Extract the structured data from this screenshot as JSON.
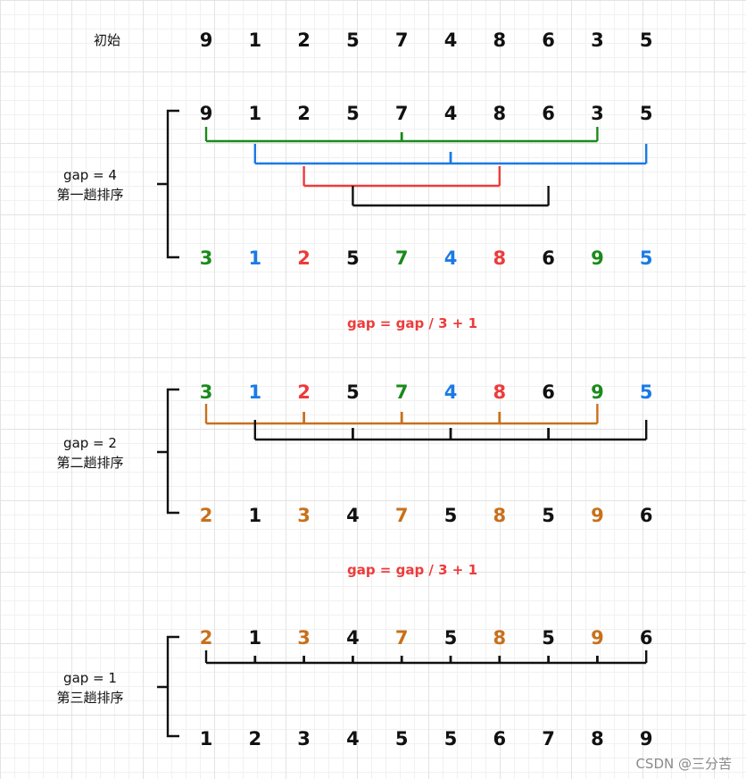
{
  "colors": {
    "black": "#111111",
    "green": "#1a8a1a",
    "blue": "#1a7ae6",
    "red": "#ee3b3b",
    "orange": "#c8701c",
    "formula": "#ee3b3b"
  },
  "initial": {
    "label": "初始",
    "values": [
      "9",
      "1",
      "2",
      "5",
      "7",
      "4",
      "8",
      "6",
      "3",
      "5"
    ]
  },
  "passes": [
    {
      "gap_label": "gap = 4",
      "pass_label": "第一趟排序",
      "before": [
        {
          "v": "9",
          "c": "black"
        },
        {
          "v": "1",
          "c": "black"
        },
        {
          "v": "2",
          "c": "black"
        },
        {
          "v": "5",
          "c": "black"
        },
        {
          "v": "7",
          "c": "black"
        },
        {
          "v": "4",
          "c": "black"
        },
        {
          "v": "8",
          "c": "black"
        },
        {
          "v": "6",
          "c": "black"
        },
        {
          "v": "3",
          "c": "black"
        },
        {
          "v": "5",
          "c": "black"
        }
      ],
      "groups": [
        {
          "idx": [
            0,
            4,
            8
          ],
          "c": "green"
        },
        {
          "idx": [
            1,
            5,
            9
          ],
          "c": "blue"
        },
        {
          "idx": [
            2,
            6
          ],
          "c": "red"
        },
        {
          "idx": [
            3,
            7
          ],
          "c": "black"
        }
      ],
      "after": [
        {
          "v": "3",
          "c": "green"
        },
        {
          "v": "1",
          "c": "blue"
        },
        {
          "v": "2",
          "c": "red"
        },
        {
          "v": "5",
          "c": "black"
        },
        {
          "v": "7",
          "c": "green"
        },
        {
          "v": "4",
          "c": "blue"
        },
        {
          "v": "8",
          "c": "red"
        },
        {
          "v": "6",
          "c": "black"
        },
        {
          "v": "9",
          "c": "green"
        },
        {
          "v": "5",
          "c": "blue"
        }
      ]
    },
    {
      "gap_label": "gap = 2",
      "pass_label": "第二趟排序",
      "before": [
        {
          "v": "3",
          "c": "green"
        },
        {
          "v": "1",
          "c": "blue"
        },
        {
          "v": "2",
          "c": "red"
        },
        {
          "v": "5",
          "c": "black"
        },
        {
          "v": "7",
          "c": "green"
        },
        {
          "v": "4",
          "c": "blue"
        },
        {
          "v": "8",
          "c": "red"
        },
        {
          "v": "6",
          "c": "black"
        },
        {
          "v": "9",
          "c": "green"
        },
        {
          "v": "5",
          "c": "blue"
        }
      ],
      "groups": [
        {
          "idx": [
            0,
            2,
            4,
            6,
            8
          ],
          "c": "orange"
        },
        {
          "idx": [
            1,
            3,
            5,
            7,
            9
          ],
          "c": "black"
        }
      ],
      "after": [
        {
          "v": "2",
          "c": "orange"
        },
        {
          "v": "1",
          "c": "black"
        },
        {
          "v": "3",
          "c": "orange"
        },
        {
          "v": "4",
          "c": "black"
        },
        {
          "v": "7",
          "c": "orange"
        },
        {
          "v": "5",
          "c": "black"
        },
        {
          "v": "8",
          "c": "orange"
        },
        {
          "v": "5",
          "c": "black"
        },
        {
          "v": "9",
          "c": "orange"
        },
        {
          "v": "6",
          "c": "black"
        }
      ]
    },
    {
      "gap_label": "gap = 1",
      "pass_label": "第三趟排序",
      "before": [
        {
          "v": "2",
          "c": "orange"
        },
        {
          "v": "1",
          "c": "black"
        },
        {
          "v": "3",
          "c": "orange"
        },
        {
          "v": "4",
          "c": "black"
        },
        {
          "v": "7",
          "c": "orange"
        },
        {
          "v": "5",
          "c": "black"
        },
        {
          "v": "8",
          "c": "orange"
        },
        {
          "v": "5",
          "c": "black"
        },
        {
          "v": "9",
          "c": "orange"
        },
        {
          "v": "6",
          "c": "black"
        }
      ],
      "groups": [
        {
          "idx": [
            0,
            1,
            2,
            3,
            4,
            5,
            6,
            7,
            8,
            9
          ],
          "c": "black"
        }
      ],
      "after": [
        {
          "v": "1",
          "c": "black"
        },
        {
          "v": "2",
          "c": "black"
        },
        {
          "v": "3",
          "c": "black"
        },
        {
          "v": "4",
          "c": "black"
        },
        {
          "v": "5",
          "c": "black"
        },
        {
          "v": "5",
          "c": "black"
        },
        {
          "v": "6",
          "c": "black"
        },
        {
          "v": "7",
          "c": "black"
        },
        {
          "v": "8",
          "c": "black"
        },
        {
          "v": "9",
          "c": "black"
        }
      ]
    }
  ],
  "formulas": [
    "gap = gap / 3 + 1",
    "gap = gap / 3 + 1"
  ],
  "watermark": "CSDN @三分苦"
}
